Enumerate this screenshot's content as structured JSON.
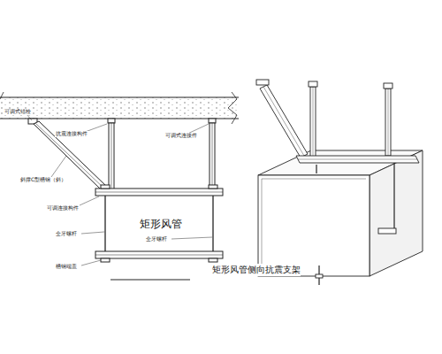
{
  "diagram": {
    "caption": "矩形风管侧向抗震支架",
    "nodes": [
      {
        "text": [
          "矩形风管"
        ]
      }
    ],
    "edges": [],
    "labels": [
      "可调式锚栓",
      "抗震连接构件",
      "可调式连接件",
      "斜撑C型槽钢（斜）",
      "可调连接构件",
      "全牙螺杆",
      "槽钢端盖",
      "全牙螺杆"
    ]
  }
}
